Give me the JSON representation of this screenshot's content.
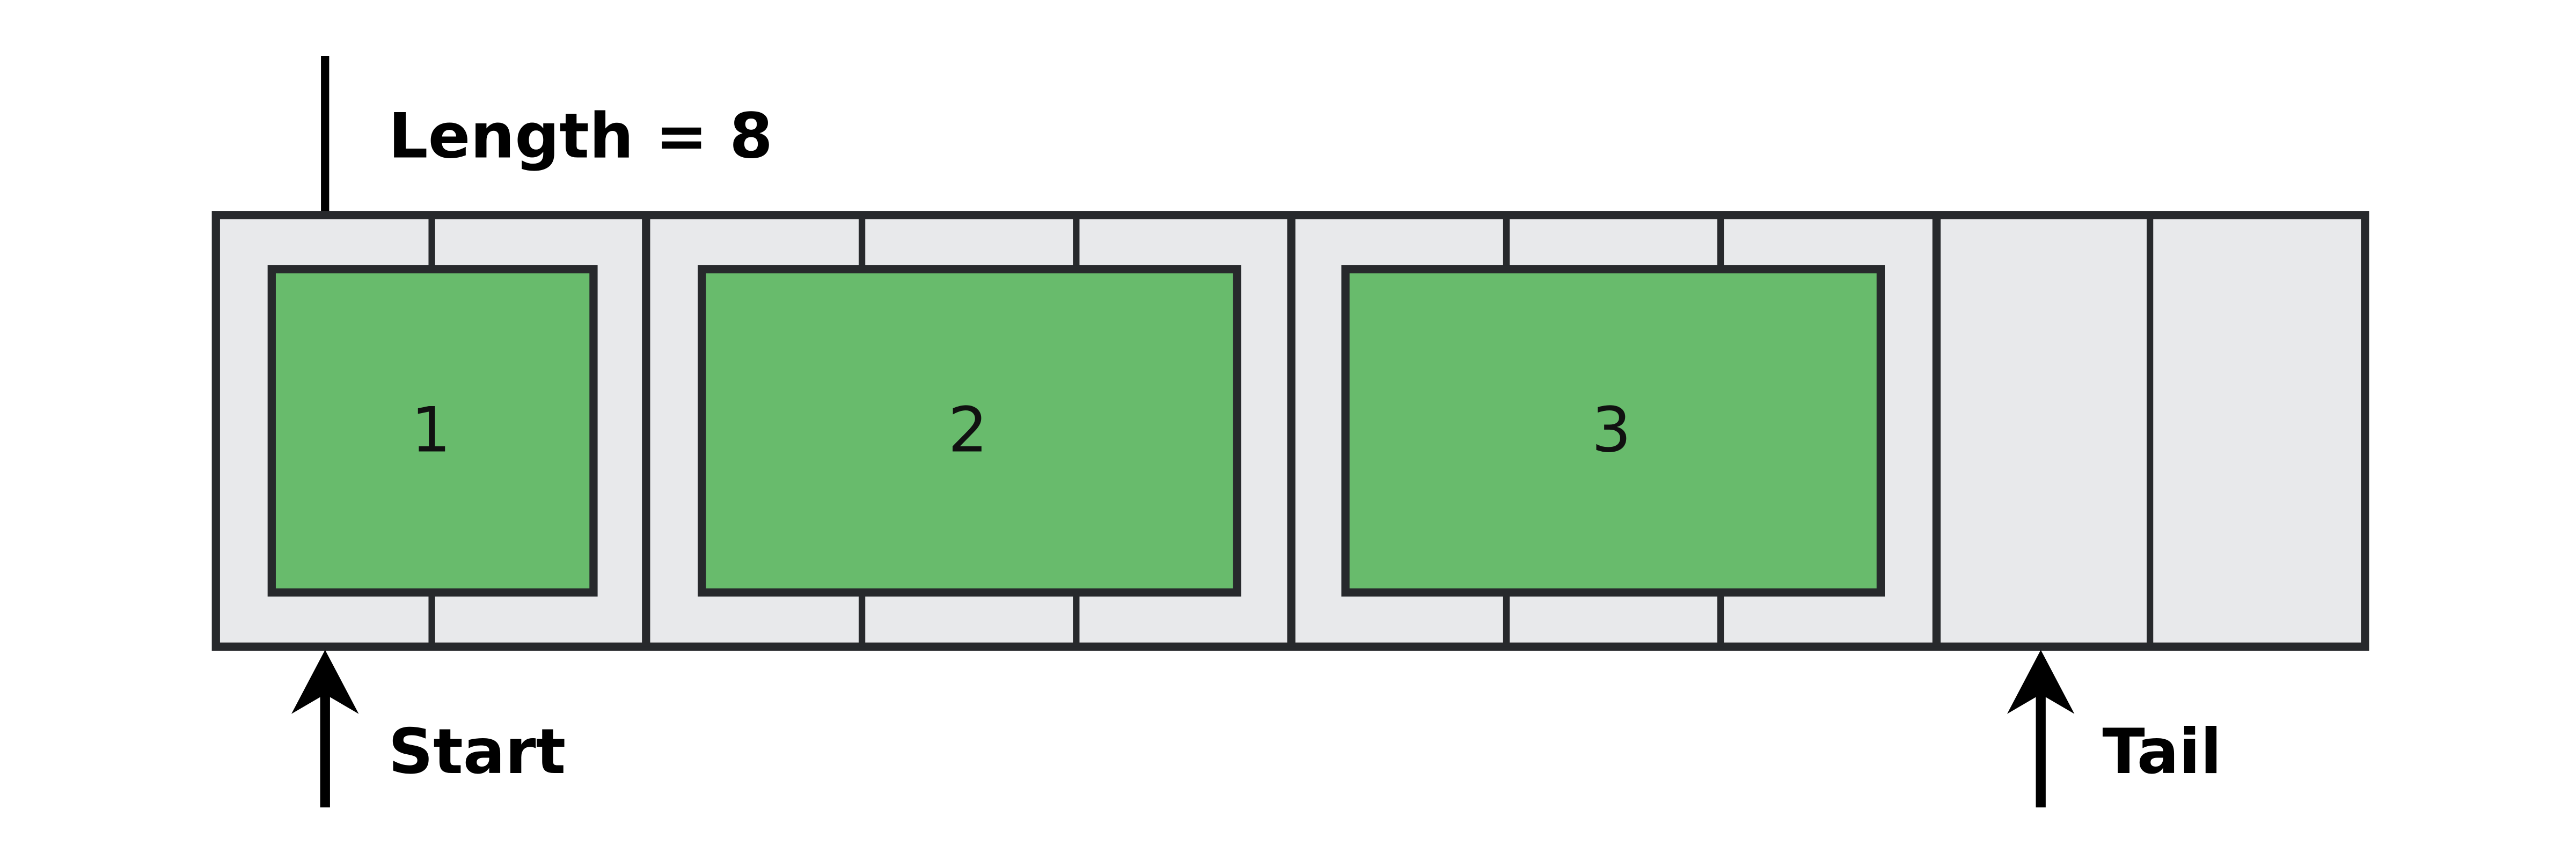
{
  "diagram": {
    "type": "ring-buffer-memory-layout",
    "length_label": "Length = 8",
    "start_label": "Start",
    "tail_label": "Tail",
    "slot_count": 10,
    "blocks": [
      {
        "label": "1",
        "slots": 2
      },
      {
        "label": "2",
        "slots": 3
      },
      {
        "label": "3",
        "slots": 3
      }
    ],
    "empty_slots": 2,
    "colors": {
      "background": "#ffffff",
      "buffer_fill": "#e8e9eb",
      "stroke": "#27292c",
      "block_fill": "#68bb6c",
      "text": "#000000",
      "arrow": "#000000"
    }
  }
}
